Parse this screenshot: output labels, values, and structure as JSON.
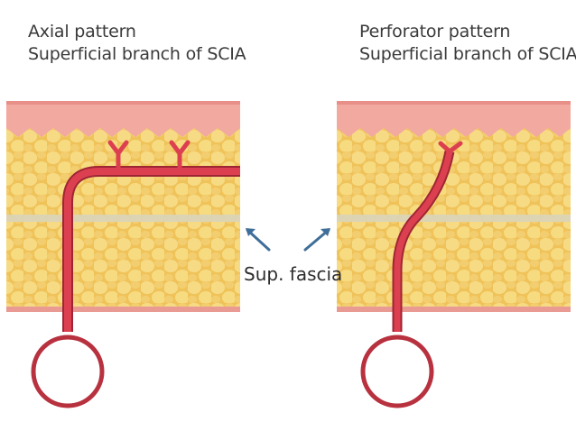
{
  "left_panel": {
    "title_line1": "Axial pattern",
    "title_line2": "Superficial branch of SCIA"
  },
  "right_panel": {
    "title_line1": "Perforator pattern",
    "title_line2": "Superficial branch of SCIA"
  },
  "fascia_label": "Sup. fascia",
  "colors": {
    "skin": "#f0a8a0",
    "fat": "#f3cf6a",
    "fascia": "#d9d2b0",
    "vessel": "#d83a4a",
    "vessel_outline": "#9e2634",
    "arrow": "#3f6f99"
  }
}
